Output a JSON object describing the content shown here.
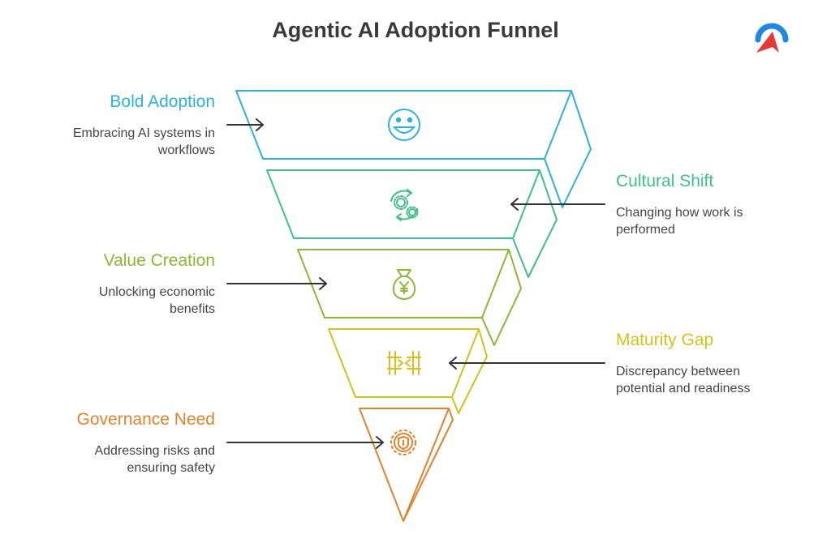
{
  "title": "Agentic AI Adoption Funnel",
  "stages": [
    {
      "name": "Bold Adoption",
      "description_line1": "Embracing AI systems in",
      "description_line2": "workflows",
      "color": "#2bb3d9",
      "icon": "smiley-face-icon"
    },
    {
      "name": "Cultural Shift",
      "description_line1": "Changing how work is",
      "description_line2": "performed",
      "color": "#3fc08a",
      "icon": "gears-cycle-icon"
    },
    {
      "name": "Value Creation",
      "description_line1": "Unlocking economic",
      "description_line2": "benefits",
      "color": "#8ab832",
      "icon": "money-bag-icon"
    },
    {
      "name": "Maturity Gap",
      "description_line1": "Discrepancy between",
      "description_line2": "potential and readiness",
      "color": "#d4c21a",
      "icon": "gap-bars-icon"
    },
    {
      "name": "Governance Need",
      "description_line1": "Addressing risks and",
      "description_line2": "ensuring safety",
      "color": "#e0832a",
      "icon": "shield-gear-icon"
    }
  ],
  "logo": {
    "icon": "brand-logo-icon",
    "colors": [
      "#1e88e5",
      "#e53935"
    ]
  }
}
